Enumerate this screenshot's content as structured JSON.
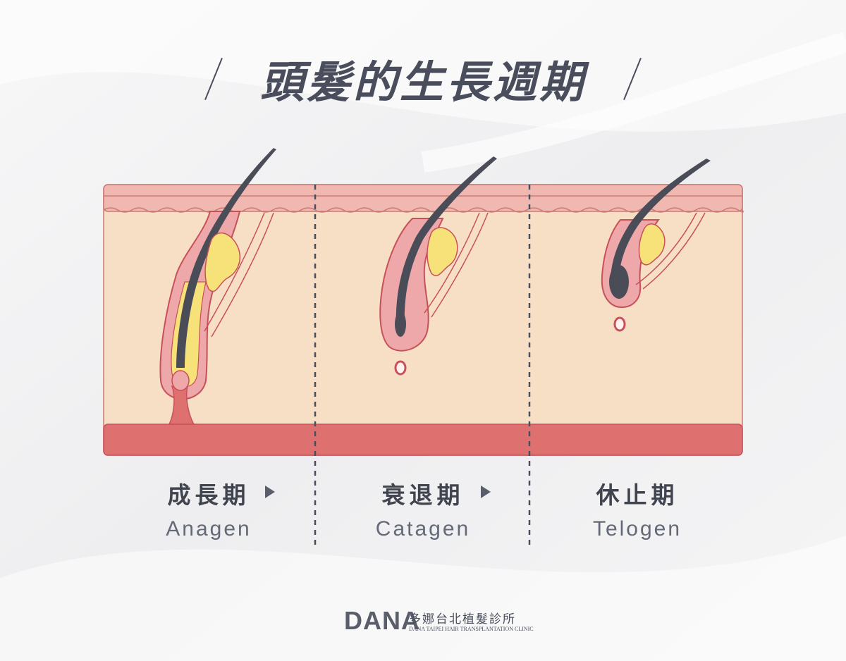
{
  "title": "頭髮的生長週期",
  "stages": [
    {
      "cn": "成長期",
      "en": "Anagen"
    },
    {
      "cn": "衰退期",
      "en": "Catagen"
    },
    {
      "cn": "休止期",
      "en": "Telogen"
    }
  ],
  "brand": {
    "logo": "DANA",
    "name_cn": "多娜台北植髮診所",
    "name_en": "DANA TAIPEI HAIR TRANSPLANTATION CLINIC"
  },
  "colors": {
    "skin": "#f6dfc4",
    "epidermis": "#f0b8b0",
    "dermal_base": "#de7070",
    "follicle": "#eea8aa",
    "hair": "#4a4c57",
    "sebaceous": "#f7e27a",
    "outline": "#c8505a",
    "text_dark": "#40444f"
  }
}
